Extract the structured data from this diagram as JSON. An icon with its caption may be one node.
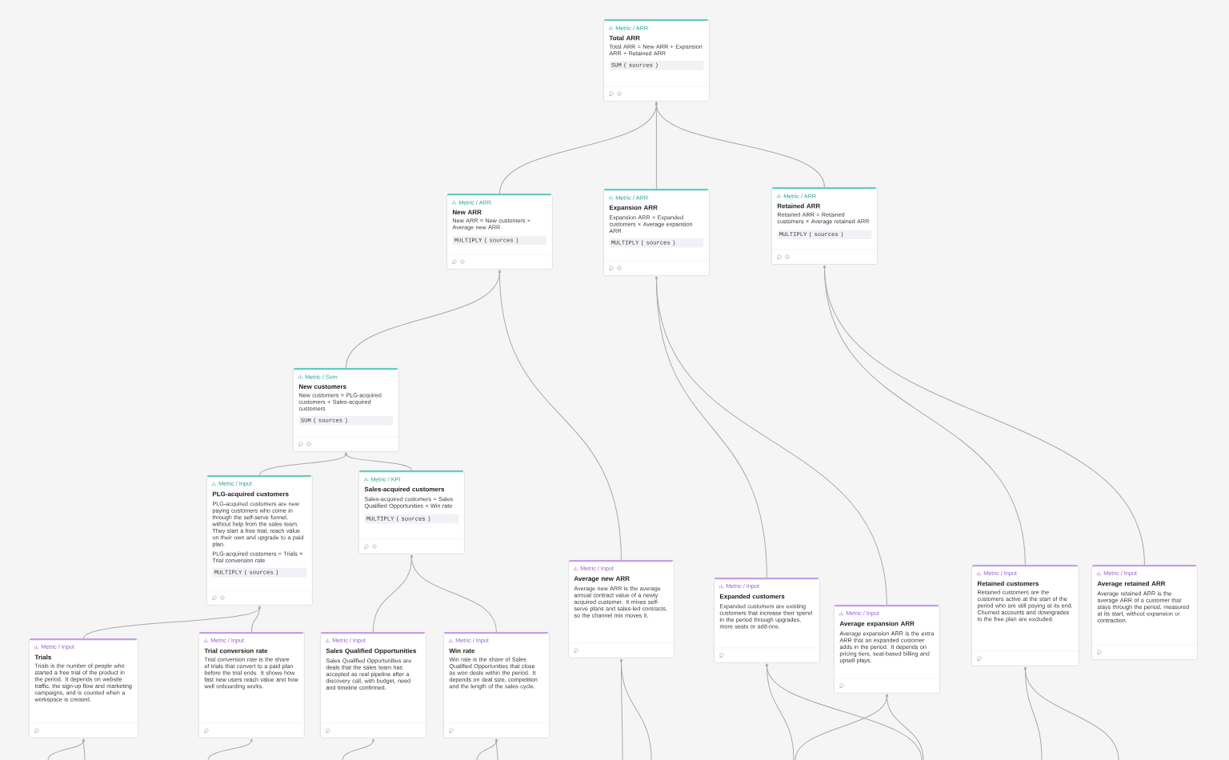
{
  "diagram": {
    "nodes": [
      {
        "text": [
          "Metric / ARR",
          "Total ARR",
          "Total ARR = New ARR + Expansion ARR + Retained ARR",
          "SUM ( sources )"
        ]
      },
      {
        "text": [
          "Metric / ARR",
          "New ARR",
          "New ARR = New customers × Average new ARR",
          "MULTIPLY ( sources )"
        ]
      },
      {
        "text": [
          "Metric / ARR",
          "Expansion ARR",
          "Expansion ARR = Expanded customers × Average expansion ARR",
          "MULTIPLY ( sources )"
        ]
      },
      {
        "text": [
          "Metric / ARR",
          "Retained ARR",
          "Retained ARR = Retained customers × Average retained ARR",
          "MULTIPLY ( sources )"
        ]
      },
      {
        "text": [
          "Metric / Sum",
          "New customers",
          "New customers = PLG-acquired customers + Sales-acquired customers",
          "SUM ( sources )"
        ]
      },
      {
        "text": [
          "Metric / Input",
          "PLG-acquired customers",
          "PLG-acquired customers are new paying customers who come in through the self-serve funnel, without help from the sales team. They start a free trial, reach value on their own and upgrade to a paid plan.",
          "PLG-acquired customers = Trials × Trial conversion rate",
          "MULTIPLY ( sources )"
        ]
      },
      {
        "text": [
          "Metric / KPI",
          "Sales-acquired customers",
          "Sales-acquired customers = Sales Qualified Opportunities × Win rate",
          "MULTIPLY ( sources )"
        ]
      },
      {
        "text": [
          "Metric / Input",
          "Trials",
          "Trials is the number of people who started a free trial of the product in the period. It depends on website traffic, the sign-up flow and marketing campaigns, and is counted when a workspace is created."
        ]
      },
      {
        "text": [
          "Metric / Input",
          "Trial conversion rate",
          "Trial conversion rate is the share of trials that convert to a paid plan before the trial ends. It shows how fast new users reach value and how well onboarding works."
        ]
      },
      {
        "text": [
          "Metric / Input",
          "Sales Qualified Opportunities",
          "Sales Qualified Opportunities are deals that the sales team has accepted as real pipeline after a discovery call, with budget, need and timeline confirmed."
        ]
      },
      {
        "text": [
          "Metric / Input",
          "Win rate",
          "Win rate is the share of Sales Qualified Opportunities that close as won deals within the period. It depends on deal size, competition and the length of the sales cycle."
        ]
      },
      {
        "text": [
          "Metric / Input",
          "Average new ARR",
          "Average new ARR is the average annual contract value of a newly acquired customer. It mixes self-serve plans and sales-led contracts, so the channel mix moves it."
        ]
      },
      {
        "text": [
          "Metric / Input",
          "Expanded customers",
          "Expanded customers are existing customers that increase their spend in the period through upgrades, more seats or add-ons."
        ]
      },
      {
        "text": [
          "Metric / Input",
          "Average expansion ARR",
          "Average expansion ARR is the extra ARR that an expanded customer adds in the period. It depends on pricing tiers, seat-based billing and upsell plays."
        ]
      },
      {
        "text": [
          "Metric / Input",
          "Retained customers",
          "Retained customers are the customers active at the start of the period who are still paying at its end. Churned accounts and downgrades to the free plan are excluded."
        ]
      },
      {
        "text": [
          "Metric / Input",
          "Average retained ARR",
          "Average retained ARR is the average ARR of a customer that stays through the period, measured at its start, without expansion or contraction."
        ]
      }
    ],
    "edges": [
      {
        "from": 1,
        "to": 0,
        "arrow": "to"
      },
      {
        "from": 2,
        "to": 0,
        "arrow": "to"
      },
      {
        "from": 3,
        "to": 0,
        "arrow": "to"
      },
      {
        "from": 4,
        "to": 1,
        "arrow": "to"
      },
      {
        "from": 11,
        "to": 1,
        "arrow": "to"
      },
      {
        "from": 12,
        "to": 2,
        "arrow": "to"
      },
      {
        "from": 13,
        "to": 2,
        "arrow": "to"
      },
      {
        "from": 14,
        "to": 3,
        "arrow": "to"
      },
      {
        "from": 15,
        "to": 3,
        "arrow": "to"
      },
      {
        "from": 5,
        "to": 4,
        "arrow": "to"
      },
      {
        "from": 6,
        "to": 4,
        "arrow": "to"
      },
      {
        "from": 7,
        "to": 5,
        "arrow": "to"
      },
      {
        "from": 8,
        "to": 5,
        "arrow": "to"
      },
      {
        "from": 9,
        "to": 6,
        "arrow": "to"
      },
      {
        "from": 10,
        "to": 6,
        "arrow": "to"
      },
      {
        "from": null,
        "to": 7,
        "arrow": "to"
      },
      {
        "from": null,
        "to": 7,
        "arrow": "to"
      },
      {
        "from": null,
        "to": 8,
        "arrow": "to"
      },
      {
        "from": null,
        "to": 9,
        "arrow": "to"
      },
      {
        "from": null,
        "to": 10,
        "arrow": "to"
      },
      {
        "from": null,
        "to": 10,
        "arrow": "to"
      },
      {
        "from": null,
        "to": 11,
        "arrow": "to"
      },
      {
        "from": null,
        "to": 11,
        "arrow": "to"
      },
      {
        "from": null,
        "to": 12,
        "arrow": "to"
      },
      {
        "from": null,
        "to": 12,
        "arrow": "to"
      },
      {
        "from": null,
        "to": 13,
        "arrow": "to"
      },
      {
        "from": null,
        "to": 13,
        "arrow": "to"
      },
      {
        "from": null,
        "to": 14,
        "arrow": "to"
      },
      {
        "from": null,
        "to": 14,
        "arrow": "to"
      }
    ]
  }
}
